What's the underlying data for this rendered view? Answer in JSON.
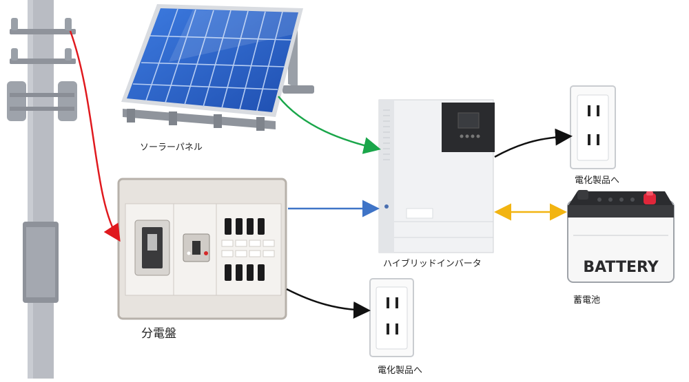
{
  "labels": {
    "solar_panel": "ソーラーパネル",
    "hybrid_inverter": "ハイブリッドインバータ",
    "storage_battery": "蓄電池",
    "outlet_top": "電化製品へ",
    "outlet_bottom": "電化製品へ",
    "distribution_board": "分電盤",
    "battery_print": "BATTERY"
  },
  "colors": {
    "grid_line": "#e0191e",
    "solar_line": "#1aa64a",
    "panel_to_inverter": "#3f74c7",
    "battery_line": "#f2b411",
    "output_line": "#111111",
    "panel_cell": "#2a62c9",
    "battery_cap": "#e0263a"
  },
  "icons": [
    "utility-pole-icon",
    "solar-panel-icon",
    "inverter-icon",
    "distribution-board-icon",
    "outlet-icon",
    "battery-icon"
  ]
}
